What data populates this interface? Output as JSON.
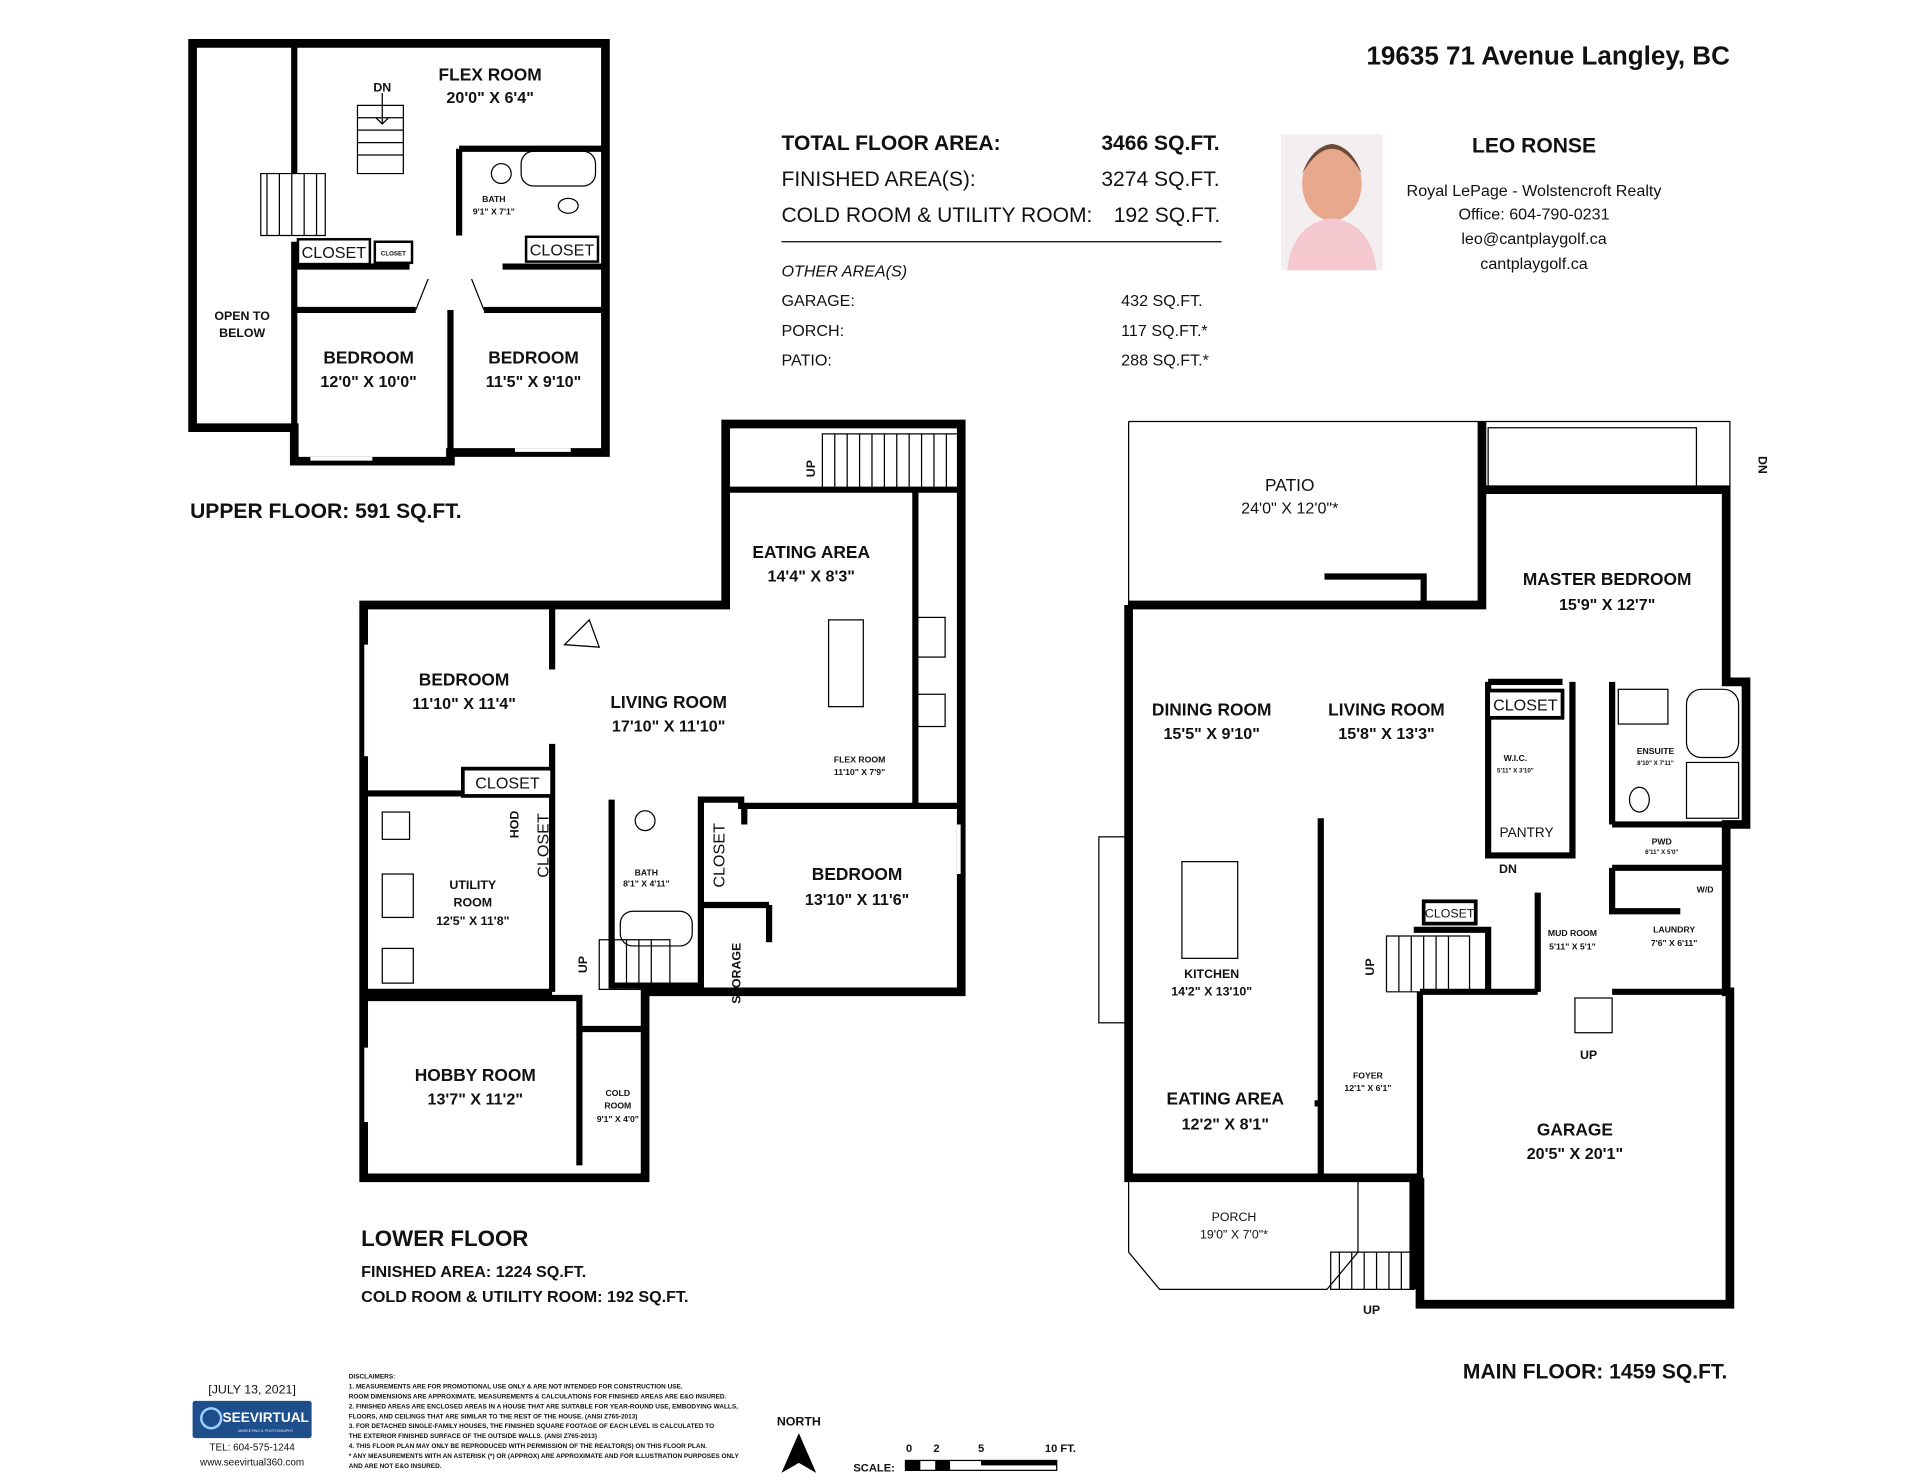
{
  "address": "19635 71 Avenue Langley, BC",
  "areas": {
    "total_label": "TOTAL FLOOR AREA:",
    "total_value": "3466 SQ.FT.",
    "finished_label": "FINISHED AREA(S):",
    "finished_value": "3274 SQ.FT.",
    "cold_label": "COLD ROOM & UTILITY ROOM:",
    "cold_value": "192 SQ.FT.",
    "other_heading": "OTHER AREA(S)",
    "other": [
      {
        "label": "GARAGE:",
        "value": "432 SQ.FT."
      },
      {
        "label": "PORCH:",
        "value": "117 SQ.FT.*"
      },
      {
        "label": "PATIO:",
        "value": "288 SQ.FT.*"
      }
    ]
  },
  "agent": {
    "name": "LEO RONSE",
    "company": "Royal LePage - Wolstencroft Realty",
    "office": "Office: 604-790-0231",
    "email": "leo@cantplaygolf.ca",
    "website": "cantplaygolf.ca"
  },
  "upper_floor": {
    "title": "UPPER FLOOR: 591 SQ.FT.",
    "rooms": {
      "flex": {
        "name": "FLEX ROOM",
        "dim": "20'0\" X 6'4\""
      },
      "bath": {
        "name": "BATH",
        "dim": "9'1\" X 7'1\""
      },
      "closet1": "CLOSET",
      "closet_small": "CLOSET",
      "closet2": "CLOSET",
      "open1": "OPEN TO",
      "open2": "BELOW",
      "bed1": {
        "name": "BEDROOM",
        "dim": "12'0\" X 10'0\""
      },
      "bed2": {
        "name": "BEDROOM",
        "dim": "11'5\" X 9'10\""
      },
      "dn": "DN"
    }
  },
  "lower_floor": {
    "title": "LOWER FLOOR",
    "finished": "FINISHED AREA: 1224 SQ.FT.",
    "cold": "COLD ROOM & UTILITY ROOM: 192 SQ.FT.",
    "rooms": {
      "eating": {
        "name": "EATING AREA",
        "dim": "14'4\" X 8'3\""
      },
      "bedroom1": {
        "name": "BEDROOM",
        "dim": "11'10\" X 11'4\""
      },
      "living": {
        "name": "LIVING ROOM",
        "dim": "17'10\" X 11'10\""
      },
      "flex": {
        "name": "FLEX ROOM",
        "dim": "11'10\" X 7'9\""
      },
      "closet1": "CLOSET",
      "closet2": "CLOSET",
      "closet3": "CLOSET",
      "hod": "HOD",
      "utility": {
        "name1": "UTILITY",
        "name2": "ROOM",
        "dim": "12'5\" X 11'8\""
      },
      "bath": {
        "name": "BATH",
        "dim": "8'1\" X 4'11\""
      },
      "bedroom2": {
        "name": "BEDROOM",
        "dim": "13'10\" X 11'6\""
      },
      "storage": "STORAGE",
      "hobby": {
        "name": "HOBBY ROOM",
        "dim": "13'7\" X 11'2\""
      },
      "cold": {
        "name1": "COLD",
        "name2": "ROOM",
        "dim": "9'1\" X 4'0\""
      },
      "up1": "UP",
      "up2": "UP"
    }
  },
  "main_floor": {
    "title": "MAIN FLOOR: 1459 SQ.FT.",
    "rooms": {
      "patio": {
        "name": "PATIO",
        "dim": "24'0\" X 12'0\"*"
      },
      "master": {
        "name": "MASTER BEDROOM",
        "dim": "15'9\" X 12'7\""
      },
      "dining": {
        "name": "DINING ROOM",
        "dim": "15'5\" X 9'10\""
      },
      "living": {
        "name": "LIVING ROOM",
        "dim": "15'8\" X 13'3\""
      },
      "closet1": "CLOSET",
      "closet2": "CLOSET",
      "wic": {
        "name": "W.I.C.",
        "dim": "5'11\" X 3'10\""
      },
      "ensuite": {
        "name": "ENSUITE",
        "dim": "8'10\" X 7'11\""
      },
      "pantry": "PANTRY",
      "pwd": {
        "name": "PWD",
        "dim": "6'11\" X 5'0\""
      },
      "wd": "W/D",
      "mud": {
        "name": "MUD ROOM",
        "dim": "5'11\" X 5'1\""
      },
      "laundry": {
        "name": "LAUNDRY",
        "dim": "7'6\" X 6'11\""
      },
      "kitchen": {
        "name": "KITCHEN",
        "dim": "14'2\" X 13'10\""
      },
      "foyer": {
        "name": "FOYER",
        "dim": "12'1\" X 6'1\""
      },
      "eating": {
        "name": "EATING AREA",
        "dim": "12'2\" X 8'1\""
      },
      "garage": {
        "name": "GARAGE",
        "dim": "20'5\" X 20'1\""
      },
      "porch": {
        "name": "PORCH",
        "dim": "19'0\" X 7'0\"*"
      },
      "dn1": "DN",
      "dn2": "DN",
      "up1": "UP",
      "up2": "UP",
      "up3": "UP"
    }
  },
  "footer": {
    "date": "[JULY 13, 2021]",
    "logo": "SEEVIRTUAL",
    "logo_sub": "MARKETING & PHOTOGRAPHY",
    "tel": "TEL: 604-575-1244",
    "web": "www.seevirtual360.com",
    "disclaimers": [
      "DISCLAIMERS:",
      "1. MEASUREMENTS ARE FOR PROMOTIONAL USE ONLY & ARE NOT INTENDED FOR CONSTRUCTION USE.",
      "ROOM DIMENSIONS ARE APPROXIMATE. MEASUREMENTS & CALCULATIONS FOR FINISHED AREAS ARE E&O INSURED.",
      "2. FINISHED AREAS ARE ENCLOSED AREAS IN A HOUSE THAT ARE SUITABLE FOR YEAR-ROUND USE, EMBODYING WALLS,",
      "FLOORS, AND CEILINGS THAT ARE SIMILAR TO THE REST OF THE HOUSE. (ANSI Z765-2013)",
      "3. FOR DETACHED SINGLE-FAMILY HOUSES, THE FINISHED SQUARE FOOTAGE OF EACH LEVEL IS CALCULATED TO",
      "THE EXTERIOR FINISHED SURFACE OF THE OUTSIDE WALLS. (ANSI Z765-2013)",
      "4. THIS FLOOR PLAN MAY ONLY BE REPRODUCED WITH PERMISSION OF THE REALTOR(S) ON THIS FLOOR PLAN.",
      "* ANY MEASUREMENTS WITH AN ASTERISK (*) OR (APPROX) ARE APPROXIMATE AND FOR ILLUSTRATION PURPOSES ONLY",
      "AND ARE NOT E&O INSURED."
    ],
    "north": "NORTH",
    "scale_label": "SCALE:",
    "scale_ticks": [
      "0",
      "2",
      "5",
      "10 FT."
    ]
  }
}
